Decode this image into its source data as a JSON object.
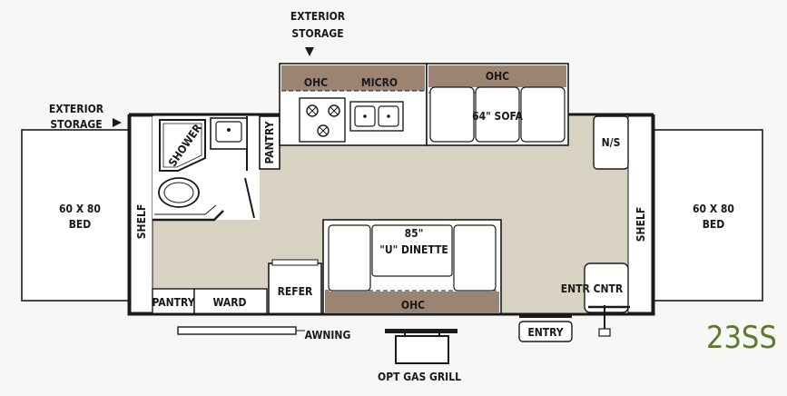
{
  "model": "23SS",
  "labels": {
    "exterior_storage_top_1": "EXTERIOR",
    "exterior_storage_top_2": "STORAGE",
    "exterior_storage_left_1": "EXTERIOR",
    "exterior_storage_left_2": "STORAGE",
    "ohc_left": "OHC",
    "micro": "MICRO",
    "ohc_right": "OHC",
    "sofa": "64\" SOFA",
    "shower": "SHOWER",
    "pantry_side": "PANTRY",
    "ns": "N/S",
    "bed_left_1": "60 X 80",
    "bed_left_2": "BED",
    "bed_right_1": "60 X 80",
    "bed_right_2": "BED",
    "shelf_left": "SHELF",
    "shelf_right": "SHELF",
    "dinette_1": "85\"",
    "dinette_2": "\"U\" DINETTE",
    "refer": "REFER",
    "entr_cntr": "ENTR CNTR",
    "pantry_bottom": "PANTRY",
    "ward": "WARD",
    "ohc_bottom": "OHC",
    "awning": "AWNING",
    "entry": "ENTRY",
    "opt_gas_grill": "OPT GAS GRILL"
  }
}
